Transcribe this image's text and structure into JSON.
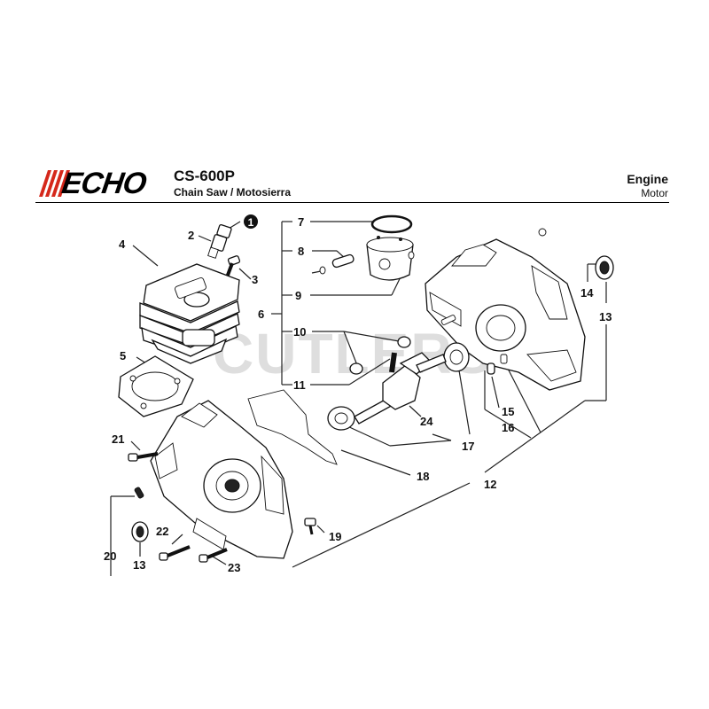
{
  "header": {
    "brand": "ECHO",
    "model": "CS-600P",
    "subtitle": "Chain Saw / Motosierra",
    "section_title": "Engine",
    "section_subtitle": "Motor"
  },
  "watermark": "CUTLERS",
  "callouts": {
    "c1": "1",
    "c2": "2",
    "c3": "3",
    "c4": "4",
    "c5": "5",
    "c6": "6",
    "c7": "7",
    "c8": "8",
    "c9": "9",
    "c10": "10",
    "c11": "11",
    "c12": "12",
    "c13a": "13",
    "c13b": "13",
    "c14": "14",
    "c15": "15",
    "c16": "16",
    "c17": "17",
    "c18": "18",
    "c19": "19",
    "c20": "20",
    "c21": "21",
    "c22": "22",
    "c23": "23",
    "c24": "24"
  },
  "colors": {
    "logo_accent": "#d5281b",
    "line": "#222222",
    "watermark": "#d9d9d9"
  }
}
